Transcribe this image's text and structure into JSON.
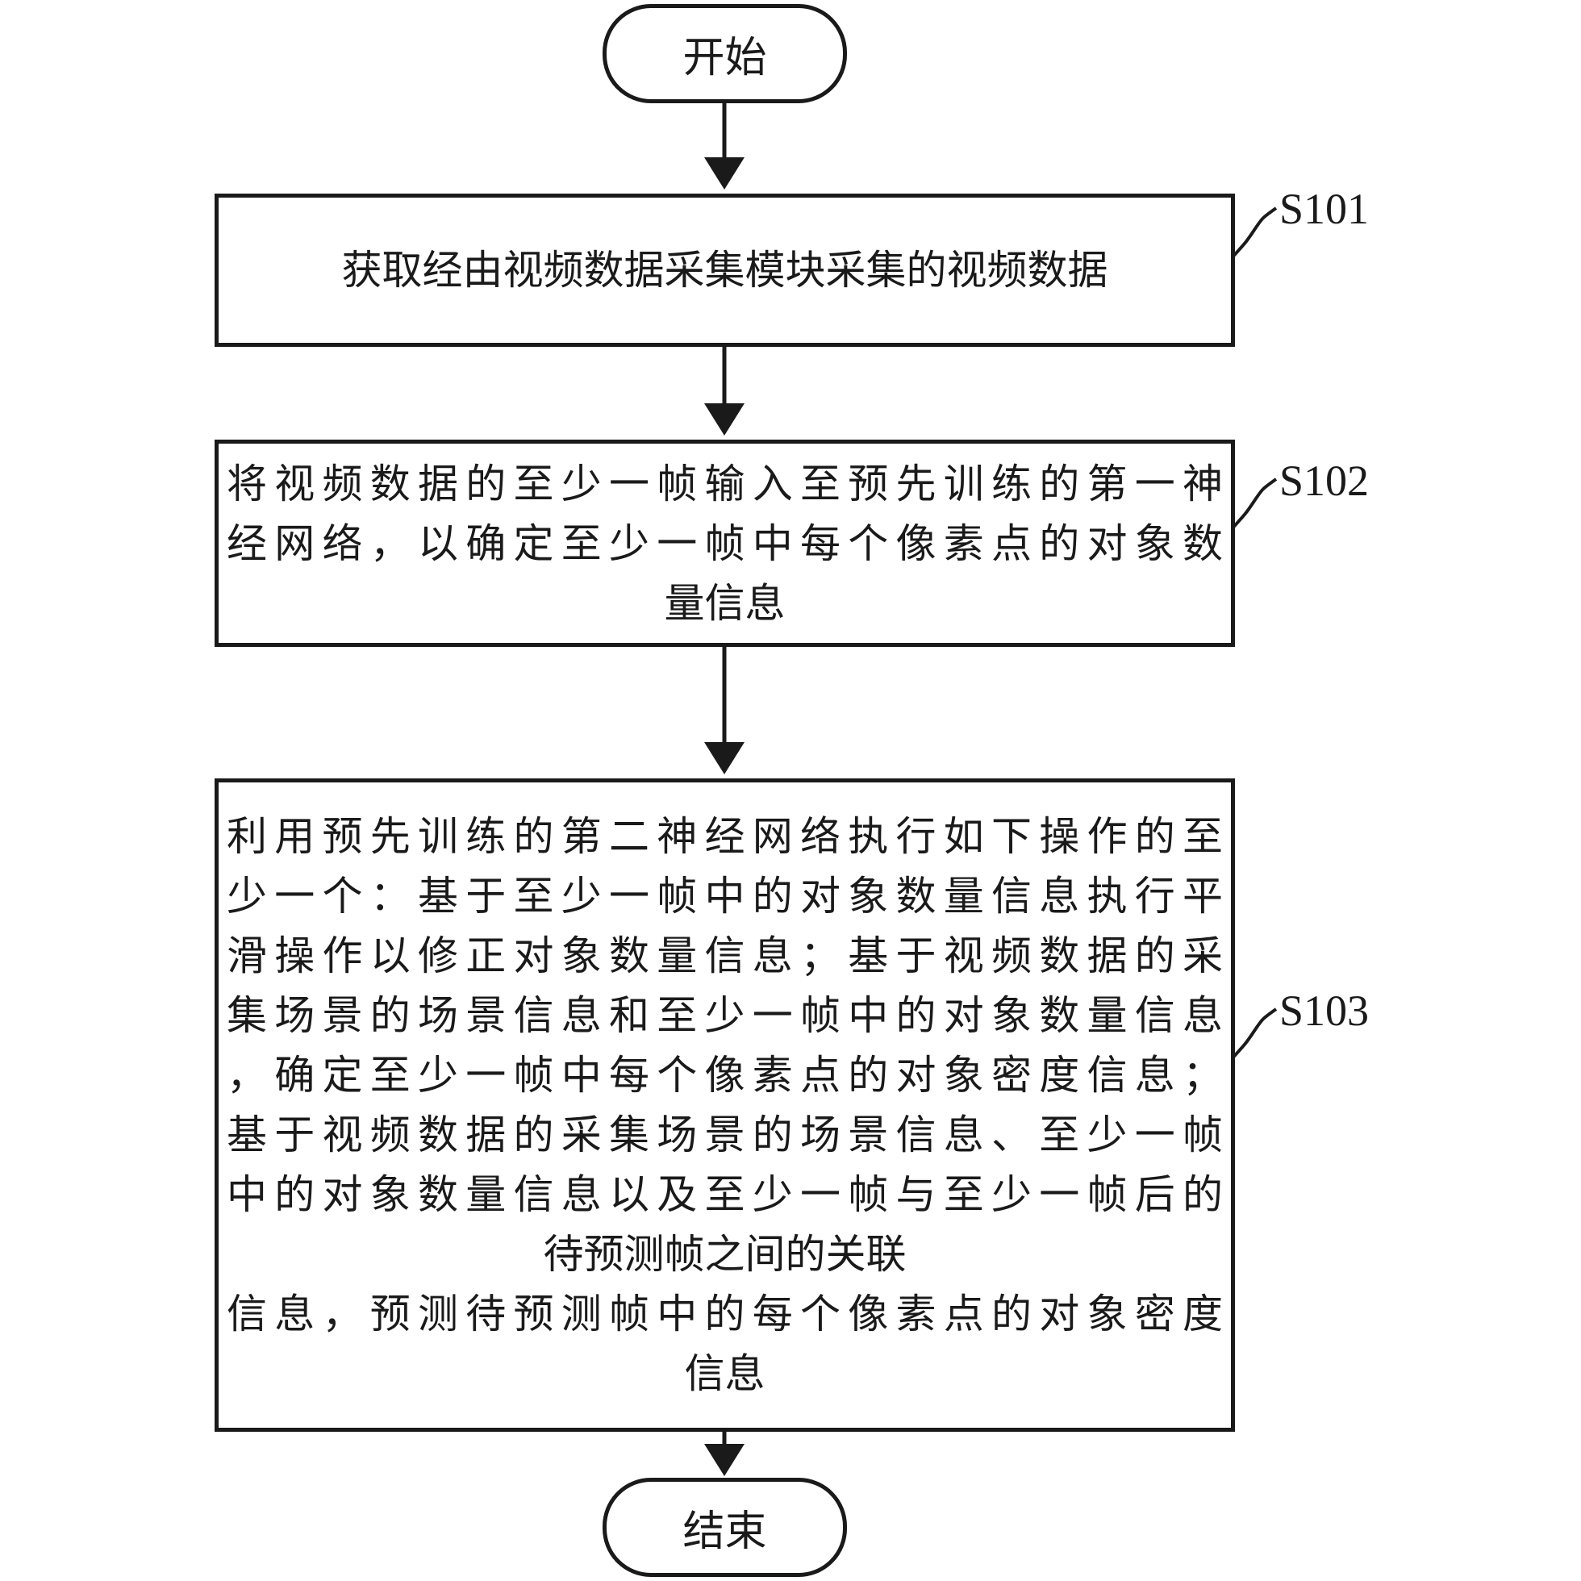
{
  "start": "开始",
  "end": "结束",
  "steps": [
    {
      "label": "S101",
      "lines": [
        "获取经由视频数据采集模块采集的视频数据"
      ]
    },
    {
      "label": "S102",
      "lines": [
        "将视频数据的至少一帧输入至预先训练的第一神",
        "经网络，以确定至少一帧中每个像素点的对象数",
        "量信息"
      ]
    },
    {
      "label": "S103",
      "lines": [
        "利用预先训练的第二神经网络执行如下操作的至",
        "少一个：基于至少一帧中的对象数量信息执行平",
        "滑操作以修正对象数量信息；基于视频数据的采",
        "集场景的场景信息和至少一帧中的对象数量信息",
        "，确定至少一帧中每个像素点的对象密度信息；",
        "基于视频数据的采集场景的场景信息、至少一帧",
        "中的对象数量信息以及至少一帧与至少一帧后的",
        "待预测帧之间的关联",
        "信息，预测待预测帧中的每个像素点的对象密度",
        "信息"
      ]
    }
  ]
}
